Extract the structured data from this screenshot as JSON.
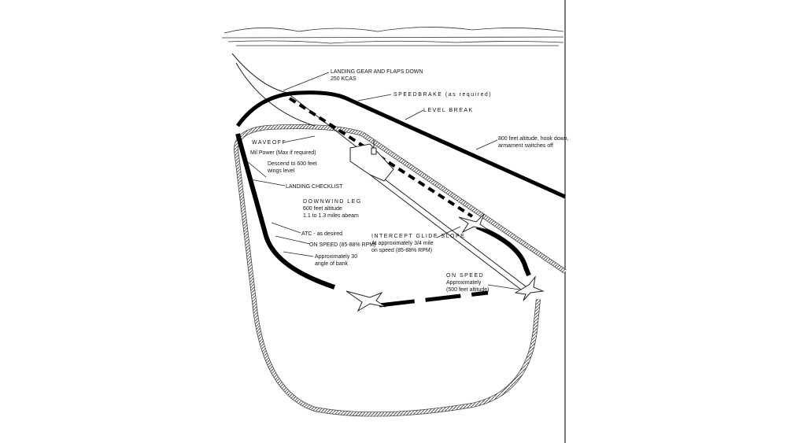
{
  "labels": {
    "gear": [
      "LANDING GEAR AND FLAPS DOWN",
      "250 KCAS"
    ],
    "speedbrake": "SPEEDBRAKE  (as required)",
    "level_break": "LEVEL BREAK",
    "altitude_800": [
      "800 feet altitude, hook down,",
      "armament switches off"
    ],
    "waveoff": "WAVEOFF",
    "mil_power": "Mil Power (Max if required)",
    "descend": [
      "Descend to 600 feet",
      "wings level"
    ],
    "landing_checklist": "LANDING CHECKLIST",
    "downwind": [
      "DOWNWIND LEG",
      "600 feet altitude",
      "1.1 to 1.3 miles abeam"
    ],
    "atc": "ATC - as desired",
    "on_speed_left": "ON SPEED (85-88% RPM)",
    "bank": [
      "Approximately 30",
      "angle of bank"
    ],
    "intercept": [
      "INTERCEPT GLIDE SLOPE",
      "At approximately 3/4 mile",
      "on speed (85-88% RPM)"
    ],
    "on_speed_right": [
      "ON SPEED",
      "Approximately",
      "(500 feet altitude)"
    ]
  }
}
